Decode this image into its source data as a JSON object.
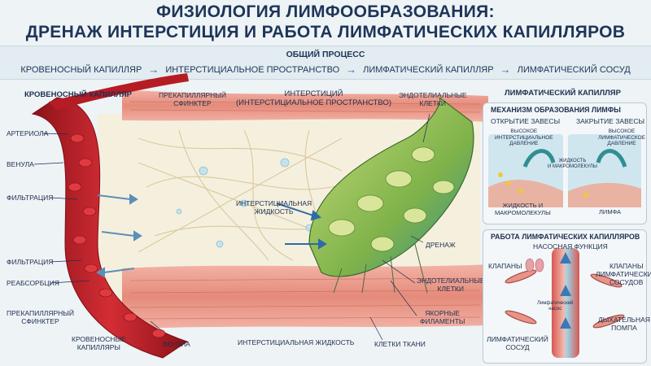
{
  "title": {
    "line1": "ФИЗИОЛОГИЯ ЛИМФООБРАЗОВАНИЯ:",
    "line2": "ДРЕНАЖ ИНТЕРСТИЦИЯ И РАБОТА ЛИМФАТИЧЕСКИХ КАПИЛЛЯРОВ"
  },
  "process": {
    "title": "ОБЩИЙ ПРОЦЕСС",
    "steps": [
      "КРОВЕНОСНЫЙ КАПИЛЛЯР",
      "ИНТЕРСТИЦИАЛЬНОЕ ПРОСТРАНСТВО",
      "ЛИМФАТИЧЕСКИЙ КАПИЛЛЯР",
      "ЛИМФАТИЧЕСКИЙ СОСУД"
    ],
    "arrow": "→"
  },
  "left_labels": {
    "heading": "КРОВЕНОСНЫЙ КАПИЛЛЯР",
    "arteriole": "АРТЕРИОЛА",
    "venule_top": "ВЕНУЛА",
    "filtration1": "ФИЛЬТРАЦИЯ",
    "filtration2": "ФИЛЬТРАЦИЯ",
    "reabsorption": "РЕАБСОРБЦИЯ",
    "sphincter_bottom": "ПРЕКАПИЛЛЯРНЫЙ\nСФИНКТЕР",
    "blood_capillaries": "КРОВЕНОСНЫЕ\nКАПИЛЛЯРЫ",
    "venule_bottom": "ВЕНУЛА",
    "sphincter_top": "ПРЕКАПИЛЛЯРНЫЙ\nСФИНКТЕР"
  },
  "center_labels": {
    "interstitium": "ИНТЕРСТИЦИЙ\n(ИНТЕРСТИЦИАЛЬНОЕ ПРОСТРАНСТВО)",
    "interstitial_fluid": "ИНТЕРСТИЦИАЛЬНАЯ\nЖИДКОСТЬ",
    "interstitial_fluid_bottom": "ИНТЕРСТИЦИАЛЬНАЯ ЖИДКОСТЬ",
    "tissue_cells": "КЛЕТКИ ТКАНИ",
    "endothelial_top": "ЭНДОТЕЛИАЛЬНЫЕ\nКЛЕТКИ",
    "drainage": "ДРЕНАЖ",
    "endothelial_bottom": "ЭНДОТЕЛИАЛЬНЫЕ\nКЛЕТКИ",
    "anchor_filaments": "ЯКОРНЫЕ\nФИЛАМЕНТЫ"
  },
  "right_panel": {
    "heading": "ЛИМФАТИЧЕСКИЙ КАПИЛЛЯР",
    "mechanism": {
      "title": "МЕХАНИЗМ ОБРАЗОВАНИЯ ЛИМФЫ",
      "open": "ОТКРЫТИЕ ЗАВЕСЫ",
      "closed": "ЗАКРЫТИЕ ЗАВЕСЫ",
      "high_interstitial": "ВЫСОКОЕ\nИНТЕРСТИЦИАЛЬНОЕ\nДАВЛЕНИЕ",
      "fluid_macro_mid": "ЖИДКОСТЬ\nИ МАКРОМОЛЕКУЛЫ",
      "high_lymph": "ВЫСОКОЕ\nЛИМФАТИЧЕСКОЕ\nДАВЛЕНИЕ",
      "fluid_macro_bottom": "ЖИДКОСТЬ И\nМАКРОМОЛЕКУЛЫ",
      "lymph": "ЛИМФА"
    },
    "work": {
      "title": "РАБОТА ЛИМФАТИЧЕСКИХ КАПИЛЛЯРОВ",
      "pump": "НАСОСНАЯ ФУНКЦИЯ",
      "valves": "КЛАПАНЫ",
      "valves_vessels": "КЛАПАНЫ\nЛИМФАТИЧЕСКИХ\nСОСУДОВ",
      "lymph_pump": "Лимфатический\nнасос",
      "resp_pump": "ДЫХАТЕЛЬНАЯ\nПОМПА",
      "lymph_vessel": "ЛИМФАТИЧЕСКИЙ\nСОСУД"
    }
  },
  "colors": {
    "blood": "#c8232c",
    "blood_dark": "#8e1219",
    "lymph_green": "#8fbf4a",
    "teal": "#2f8f93",
    "muscle": "#e59a8a",
    "fibers": "#f1e6c8",
    "title": "#1e3559"
  }
}
